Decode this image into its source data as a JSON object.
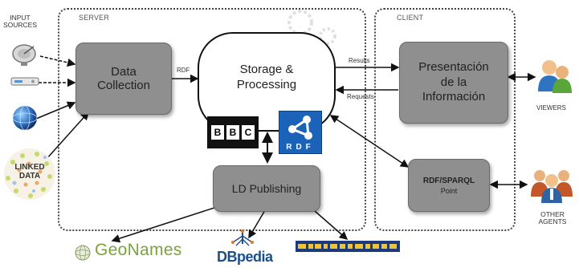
{
  "regions": {
    "server_label": "SERVER",
    "client_label": "CLIENT"
  },
  "input_sources_label": "INPUT\nSOURCES",
  "linked_data_label": "LINKED\nDATA",
  "data_collection": "Data\nCollection",
  "storage": "Storage &\nProcessing",
  "ld_publishing": "LD Publishing",
  "presentation": "Presentación\nde la\nInformación",
  "rdf_sparql": {
    "title": "RDF/SPARQL",
    "subtitle": "Point"
  },
  "edge_labels": {
    "rdf": "RDF",
    "results": "Results",
    "requests": "Requests"
  },
  "logos": {
    "bbc": [
      "B",
      "B",
      "C"
    ],
    "rdf": "RDF",
    "geonames": "GeoNames",
    "dbpedia": "DBpedia"
  },
  "agents": {
    "viewers": "VIEWERS",
    "other_agents": "OTHER\nAGENTS"
  },
  "colors": {
    "box_fill": "#8f8f8f",
    "rdf_blue": "#1a63b8",
    "geonames_green": "#7aa33a",
    "dbpedia_blue": "#1c4f8a"
  }
}
